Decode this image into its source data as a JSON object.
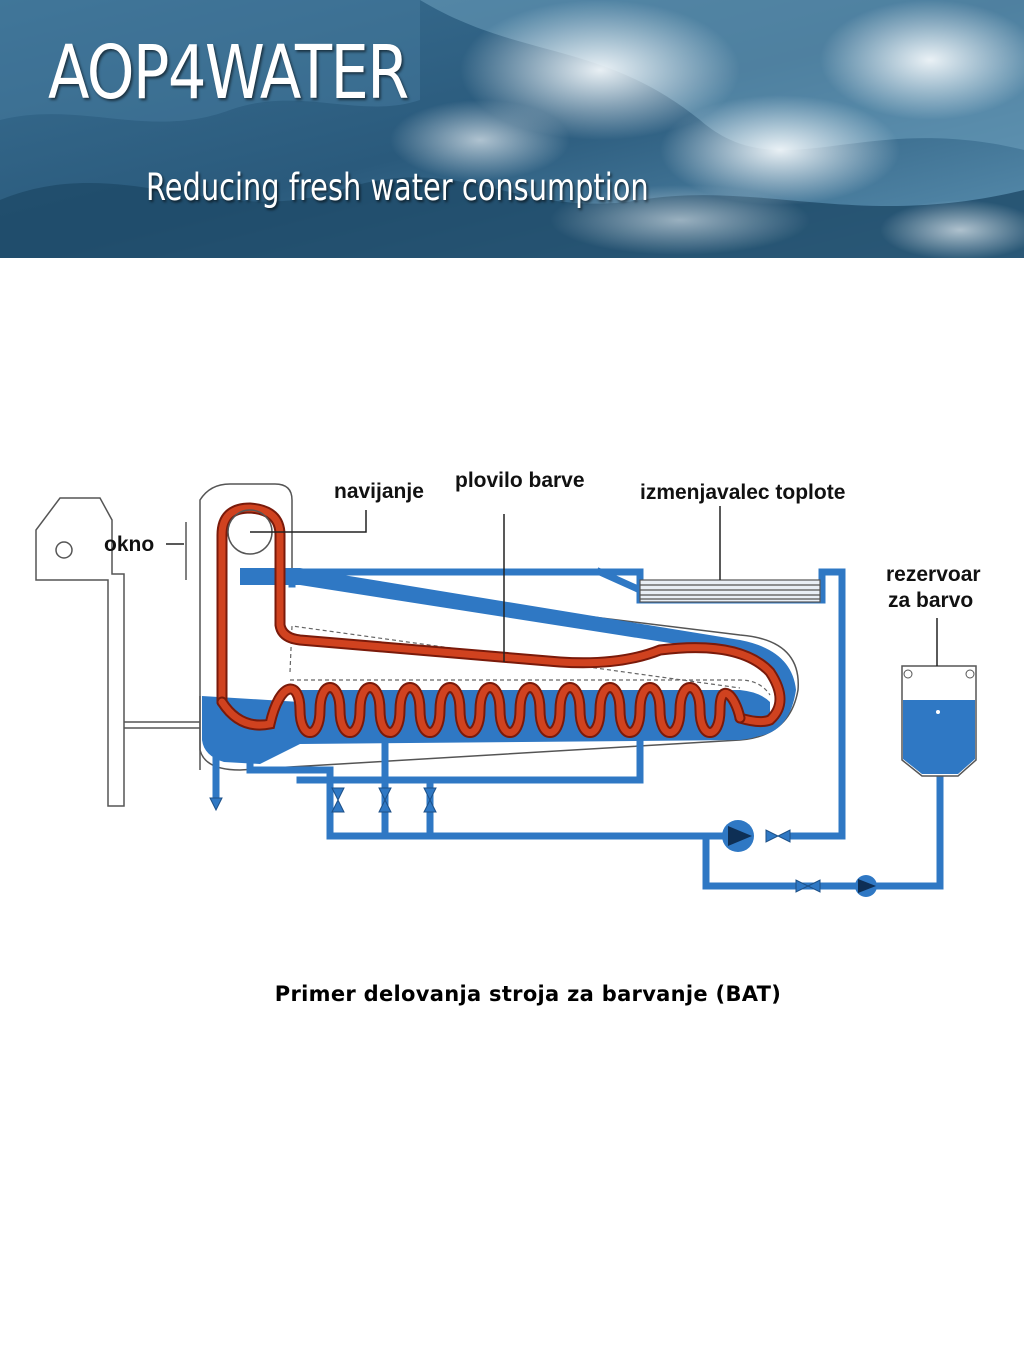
{
  "banner": {
    "title": "AOP4WATER",
    "subtitle": "Reducing fresh water consumption",
    "colors": {
      "wave_dark": "#1f4f6e",
      "wave_mid": "#4f86a6",
      "foam": "#dfeaf0"
    }
  },
  "diagram": {
    "labels": {
      "okno": "okno",
      "navijanje": "navijanje",
      "plovilo_barve": "plovilo barve",
      "izmenjavalec": "izmenjavalec toplote",
      "rezervoar_line1": "rezervoar",
      "rezervoar_line2": "za barvo"
    },
    "colors": {
      "liquid": "#2f78c4",
      "fabric": "#c83820",
      "outline": "#555555"
    }
  },
  "caption": "Primer delovanja stroja za barvanje (BAT)"
}
